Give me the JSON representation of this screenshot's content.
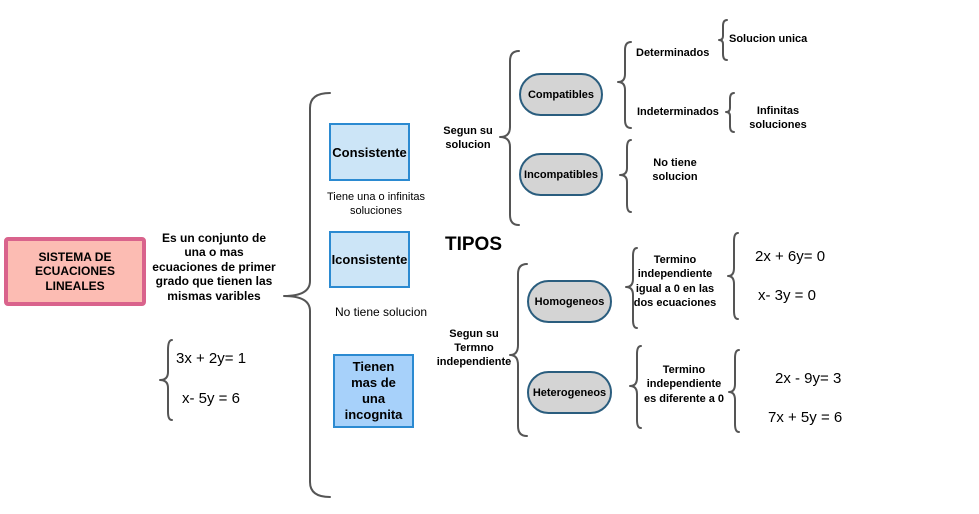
{
  "main": {
    "title": "SISTEMA DE ECUACIONES LINEALES"
  },
  "definition": "Es un conjunto de una o mas ecuaciones  de primer grado que tienen las mismas varibles",
  "example": {
    "eq1": "3x + 2y= 1",
    "eq2": "x- 5y = 6"
  },
  "types_title": "TIPOS",
  "types": {
    "consistente": {
      "label": "Consistente",
      "desc": "Tiene una o infinitas soluciones"
    },
    "inconsistente": {
      "label": "Iconsistente",
      "desc": "No tiene solucion"
    },
    "mas_incognita": {
      "label": "Tienen mas de una incognita"
    }
  },
  "por_solucion": {
    "label": "Segun su solucion",
    "compatibles": {
      "label": "Compatibles",
      "determinados": {
        "label": "Determinados",
        "result": "Solucion unica"
      },
      "indeterminados": {
        "label": "Indeterminados",
        "result": "Infinitas soluciones"
      }
    },
    "incompatibles": {
      "label": "Incompatibles",
      "result": "No tiene solucion"
    }
  },
  "por_termino": {
    "label": "Segun su Termno independiente",
    "homogeneos": {
      "label": "Homogeneos",
      "desc": "Termino independiente igual a 0 en las dos ecuaciones",
      "eq1": "2x + 6y= 0",
      "eq2": "x-  3y = 0"
    },
    "heterogeneos": {
      "label": "Heterogeneos",
      "desc": "Termino independiente es diferente a 0",
      "eq1": "2x - 9y= 3",
      "eq2": "7x +  5y = 6"
    }
  },
  "colors": {
    "main_fill": "#fcbcb3",
    "main_border": "#d9638c",
    "box_fill": "#cce5f7",
    "box_border": "#2b8ad1",
    "pill_fill": "#d4d4d4",
    "pill_border": "#2a5d7e",
    "brace": "#555555"
  }
}
